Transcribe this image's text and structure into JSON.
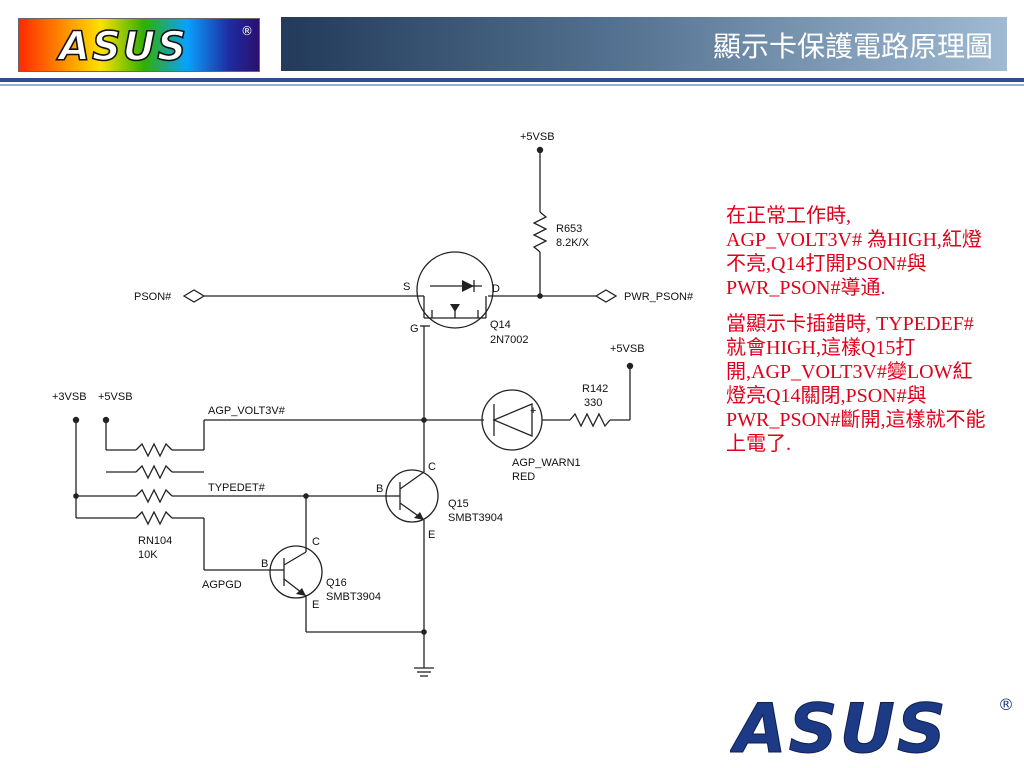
{
  "header": {
    "logo_text": "ASUS",
    "title": "顯示卡保護電路原理圖"
  },
  "schematic": {
    "labels": {
      "vsb5_top": "+5VSB",
      "r653": "R653",
      "r653_val": "8.2K/X",
      "pson": "PSON#",
      "pwr_pson": "PWR_PSON#",
      "s": "S",
      "d": "D",
      "g": "G",
      "q14": "Q14",
      "q14_part": "2N7002",
      "vsb5_right": "+5VSB",
      "vsb3_left": "+3VSB",
      "vsb5_left": "+5VSB",
      "agp_volt3v": "AGP_VOLT3V#",
      "r142": "R142",
      "r142_val": "330",
      "agp_warn1": "AGP_WARN1",
      "red": "RED",
      "typedet": "TYPEDET#",
      "b_q15": "B",
      "c_q15": "C",
      "e_q15": "E",
      "q15": "Q15",
      "q15_part": "SMBT3904",
      "rn104": "RN104",
      "rn104_val": "10K",
      "agpgd": "AGPGD",
      "b_q16": "B",
      "c_q16": "C",
      "e_q16": "E",
      "q16": "Q16",
      "q16_part": "SMBT3904",
      "plus": "+"
    }
  },
  "notes": {
    "paragraph1": "在正常工作時, AGP_VOLT3V# 為HIGH,紅燈不亮,Q14打開PSON#與PWR_PSON#導通.",
    "paragraph2": "當顯示卡插錯時, TYPEDEF#就會HIGH,這樣Q15打開,AGP_VOLT3V#變LOW紅燈亮Q14關閉,PSON#與PWR_PSON#斷開,這樣就不能上電了."
  },
  "footer": {
    "logo_text": "ASUS",
    "registered": "®"
  },
  "colors": {
    "title_bar_dark": "#233a5a",
    "title_bar_light": "#9fbad2",
    "note_text": "#e0001b",
    "footer_logo": "#1d3a86",
    "rule": "#2e4f8f"
  }
}
